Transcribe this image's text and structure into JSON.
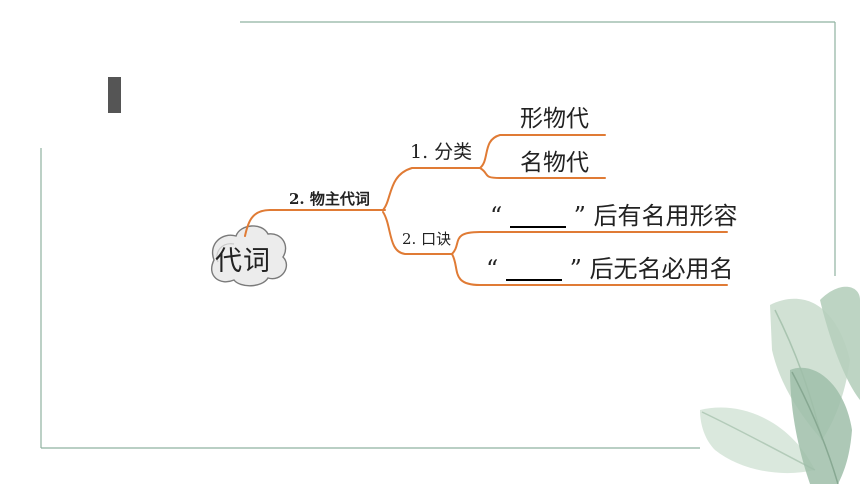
{
  "mindmap": {
    "root": "代词",
    "main_branch": "2. 物主代词",
    "classify": {
      "label": "1. 分类",
      "items": [
        "形物代",
        "名物代"
      ]
    },
    "rhyme": {
      "label": "2. 口诀",
      "line1": {
        "open_quote": "“",
        "close_quote": "”",
        "rest": "后有名用形容"
      },
      "line2": {
        "open_quote": "“",
        "close_quote": "”",
        "rest": "后无名必用名"
      }
    }
  },
  "colors": {
    "branch_line": "#e07b35",
    "frame_line": "#8fb2a0",
    "accent_bar": "#555555"
  }
}
